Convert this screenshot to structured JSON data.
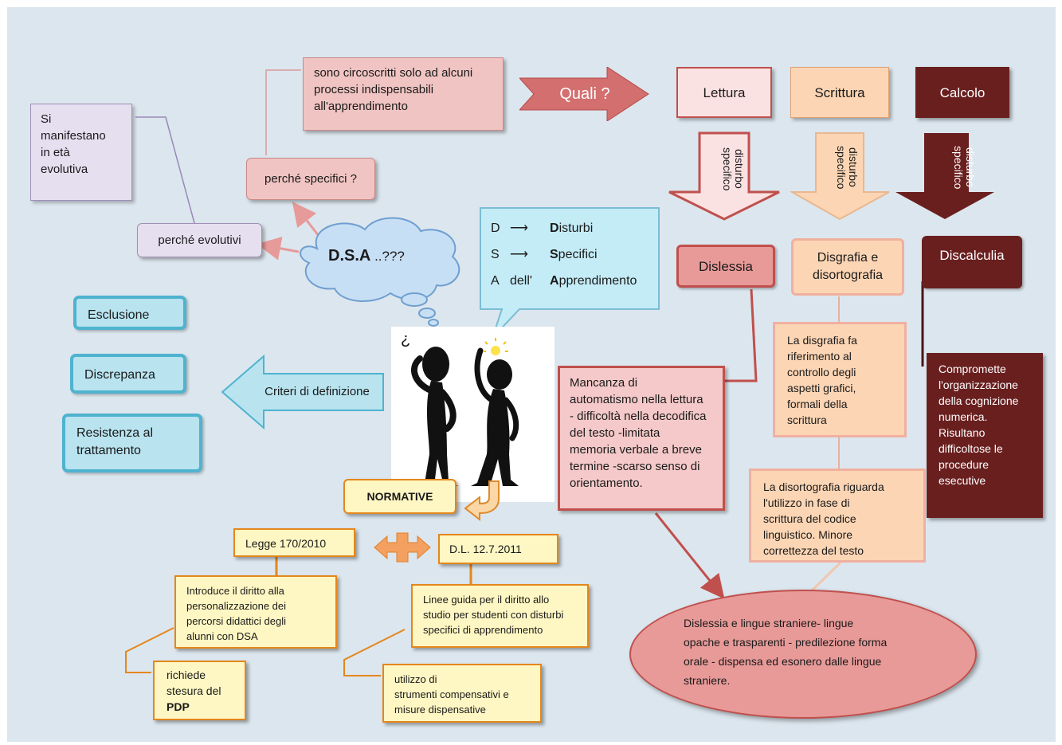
{
  "center": {
    "title": "D.S.A",
    "suffix": " ..???"
  },
  "acronym": {
    "rows": [
      {
        "letter": "D",
        "word_bold": "D",
        "word_rest": "isturbi",
        "prefix": ""
      },
      {
        "letter": "S",
        "word_bold": "S",
        "word_rest": "pecifici",
        "prefix": ""
      },
      {
        "letter": "A",
        "word_bold": "A",
        "word_rest": "pprendimento",
        "prefix": "dell'"
      }
    ]
  },
  "left": {
    "manifest": "Si\nmanifestano\nin età\nevolutiva",
    "perche_evolutivi": "perché evolutivi",
    "perche_specifici": "perché specifici ?",
    "circoscritti": "sono circoscritti solo ad alcuni\nprocessi indispensabili\nall'apprendimento"
  },
  "quali": "Quali ?",
  "areas": {
    "lettura": "Lettura",
    "scrittura": "Scrittura",
    "calcolo": "Calcolo",
    "arrow_text": "disturbo\nspecifico"
  },
  "disorders": {
    "dislessia": "Dislessia",
    "disgrafia": "Disgrafia e\ndisortografia",
    "discalculia": "Discalculia"
  },
  "descriptions": {
    "dislessia": "Mancanza di\nautomatismo nella lettura\n- difficoltà nella decodifica\ndel testo -limitata\nmemoria verbale a breve\ntermine -scarso senso di\norientamento.",
    "disgrafia": "La disgrafia fa\nriferimento al\ncontrollo degli\naspetti grafici,\nformali della\nscrittura",
    "disortografia": "La disortografia riguarda\nl'utilizzo in fase di\nscrittura del codice\nlinguistico. Minore\ncorrettezza del testo",
    "discalculia": "Compromette\nl'organizzazione\ndella cognizione\nnumerica.\nRisultano\ndifficoltose le\nprocedure\nesecutive",
    "lingue": "Dislessia e lingue straniere- lingue\nopache e trasparenti - predilezione forma\norale - dispensa ed esonero dalle lingue\nstraniere."
  },
  "criteri": {
    "label": "Criteri di definizione",
    "items": [
      "Esclusione",
      "Discrepanza",
      "Resistenza al\ntrattamento"
    ]
  },
  "normative": {
    "label": "NORMATIVE",
    "legge": "Legge 170/2010",
    "dl": "D.L. 12.7.2011",
    "introduce": "Introduce il diritto alla\npersonalizzazione dei\npercorsi didattici degli\nalunni con DSA",
    "linee": "Linee guida per il diritto allo\nstudio per studenti con disturbi\nspecifici di apprendimento",
    "richiede_text": "richiede\nstesura del",
    "richiede_bold": "PDP",
    "utilizzo": "utilizzo di\n strumenti  compensativi  e\nmisure dispensative"
  },
  "colors": {
    "background": "#dce6ee",
    "cyan_fill": "#b8e3ef",
    "cyan_border": "#4fb3cf",
    "pink_fill": "#f5c9c9",
    "red_border": "#c0504d",
    "peach_fill": "#fcd5b4",
    "dark_maroon": "#6a1f1f",
    "yellow_fill": "#fff7c3",
    "orange_border": "#e4871c",
    "lavender_fill": "#e6dff0"
  },
  "icons": [
    "thinking-figure-icon",
    "idea-figure-icon",
    "lightbulb-icon",
    "question-mark-icon"
  ]
}
